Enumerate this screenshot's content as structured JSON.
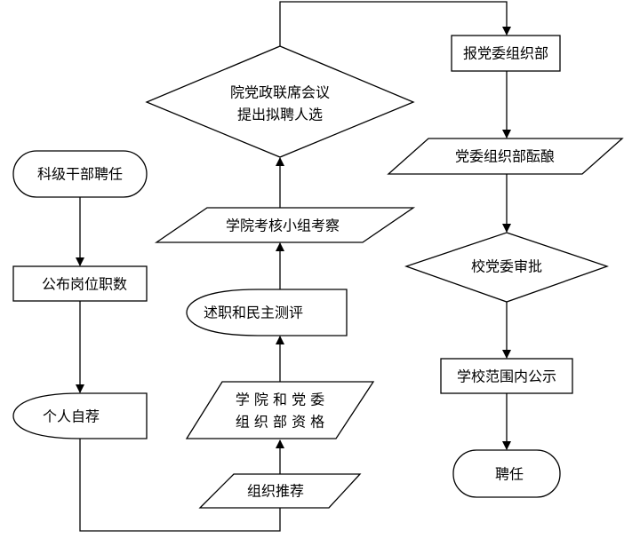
{
  "nodes": {
    "start": "科级干部聘任",
    "publish": "公布岗位职数",
    "self_recommend": "个人自荐",
    "org_recommend": "组织推荐",
    "qualification_line1": "学 院 和 党 委",
    "qualification_line2": "组 织 部 资 格",
    "report_evaluation": "述职和民主测评",
    "inspection": "学院考核小组考察",
    "joint_meeting_line1": "院党政联席会议",
    "joint_meeting_line2": "提出拟聘人选",
    "report_to_dept": "报党委组织部",
    "deliberation": "党委组织部酝酿",
    "approval": "校党委审批",
    "publicity": "学校范围内公示",
    "end": "聘任"
  }
}
